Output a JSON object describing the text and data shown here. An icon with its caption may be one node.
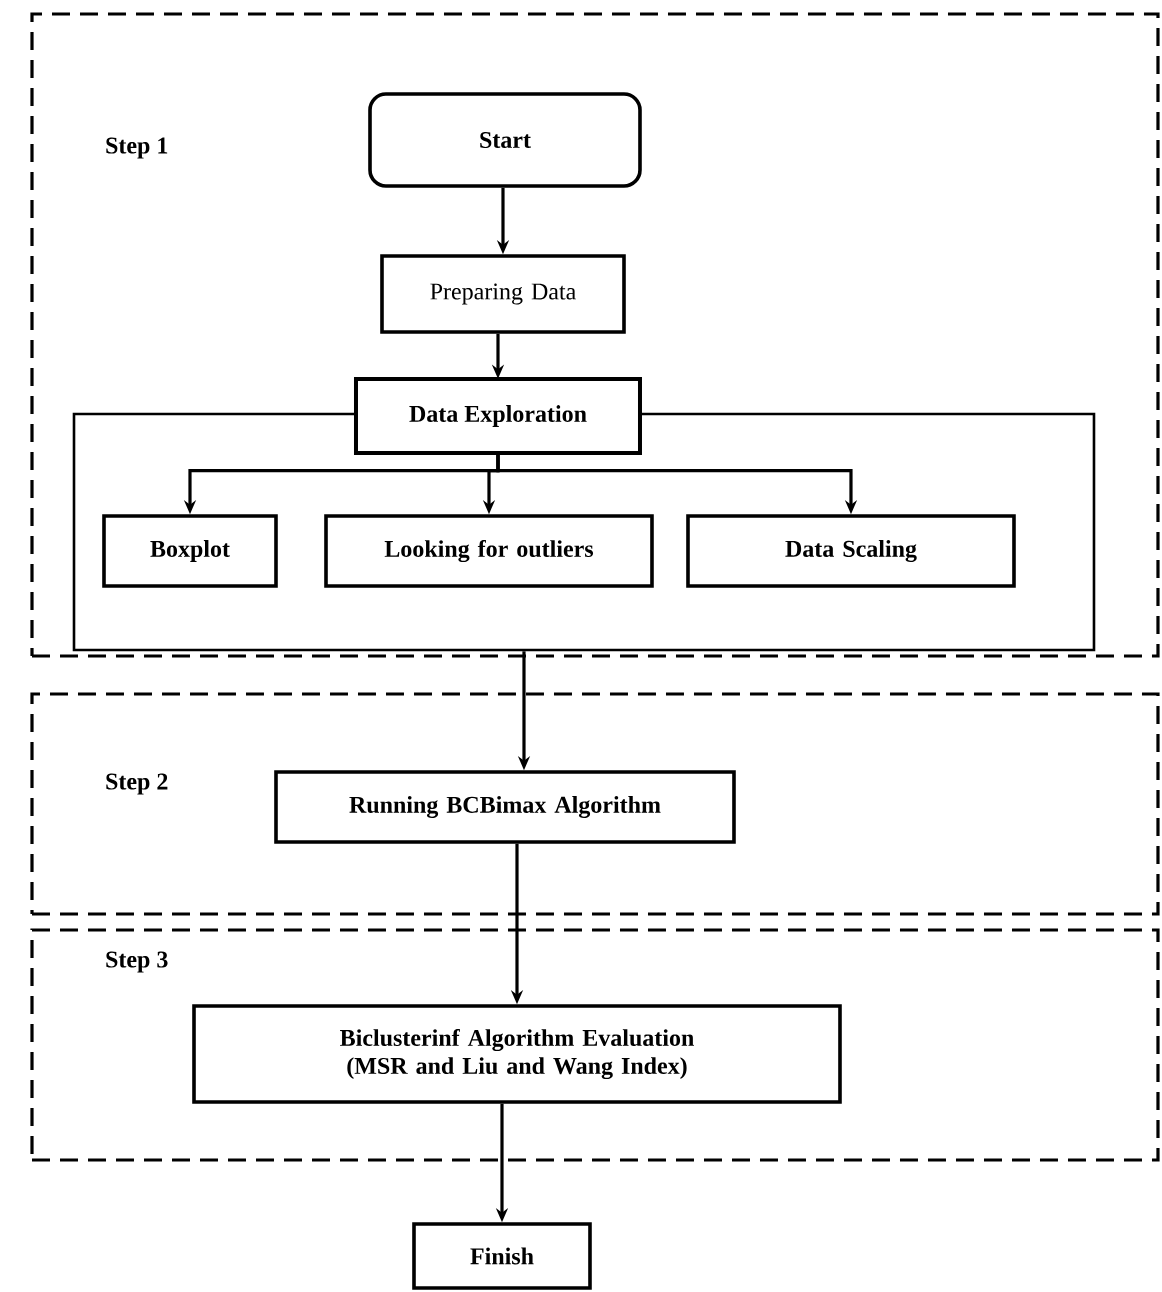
{
  "diagram": {
    "nodes": [
      {
        "text": [
          "Step 1"
        ]
      },
      {
        "text": [
          "Start"
        ],
        "in": 0
      },
      {
        "text": [
          "Preparing Data"
        ],
        "in": 0
      },
      {
        "text": [
          "Data Exploration"
        ],
        "in": 0
      },
      {
        "text": [
          "Boxplot"
        ],
        "in": 3
      },
      {
        "text": [
          "Looking for outliers"
        ],
        "in": 3
      },
      {
        "text": [
          "Data Scaling"
        ],
        "in": 3
      },
      {
        "text": [
          "Step 2"
        ]
      },
      {
        "text": [
          "Running BCBimax Algorithm"
        ],
        "in": 7
      },
      {
        "text": [
          "Step 3"
        ]
      },
      {
        "text": [
          "Biclusterinf Algorithm Evaluation (MSR and Liu and Wang Index)"
        ],
        "in": 9
      },
      {
        "text": [
          "Finish"
        ]
      }
    ],
    "edges": [
      {
        "from": 1,
        "to": 2,
        "arrow": "to"
      },
      {
        "from": 2,
        "to": 3,
        "arrow": "to"
      },
      {
        "from": 3,
        "to": 4,
        "arrow": "to"
      },
      {
        "from": 3,
        "to": 5,
        "arrow": "to"
      },
      {
        "from": 3,
        "to": 6,
        "arrow": "to"
      },
      {
        "from": 3,
        "to": 8,
        "arrow": "to"
      },
      {
        "from": 8,
        "to": 10,
        "arrow": "to"
      },
      {
        "from": 10,
        "to": 11,
        "arrow": "to"
      }
    ]
  }
}
